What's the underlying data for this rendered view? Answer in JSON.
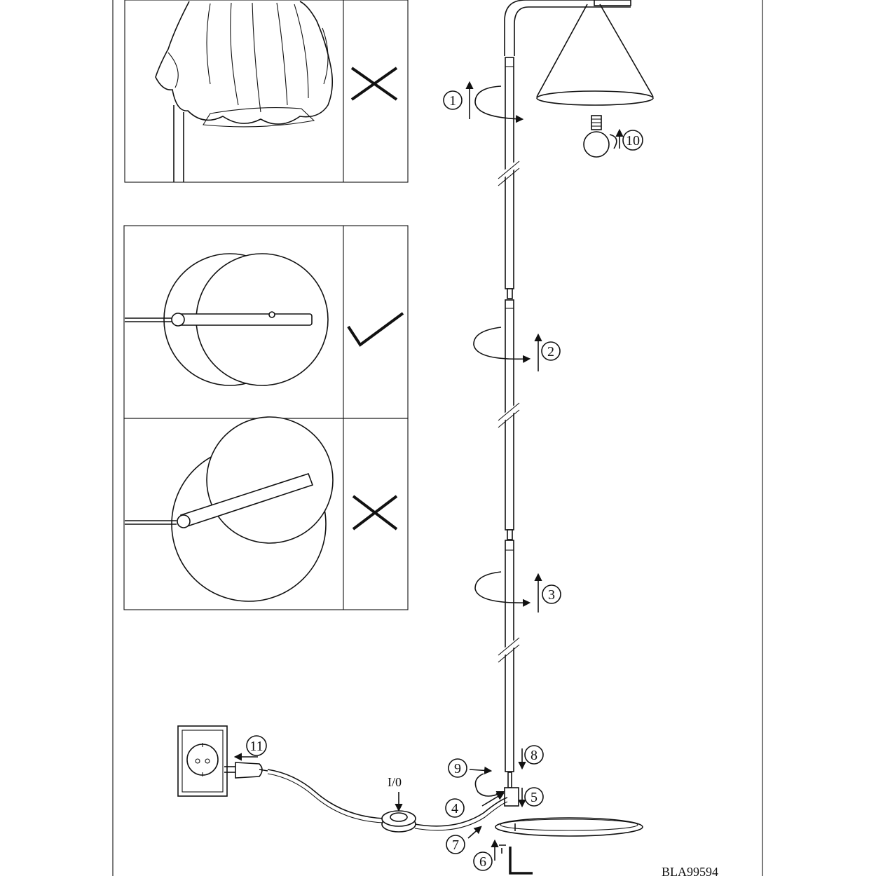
{
  "steps": [
    "1",
    "2",
    "3",
    "4",
    "5",
    "6",
    "7",
    "8",
    "9",
    "10",
    "11"
  ],
  "switch_label": "I/0",
  "doc_code": "BLA99594",
  "panels": [
    {
      "name": "shade-covered",
      "verdict": "wrong"
    },
    {
      "name": "base-aligned",
      "verdict": "correct"
    },
    {
      "name": "base-misaligned",
      "verdict": "wrong"
    }
  ]
}
